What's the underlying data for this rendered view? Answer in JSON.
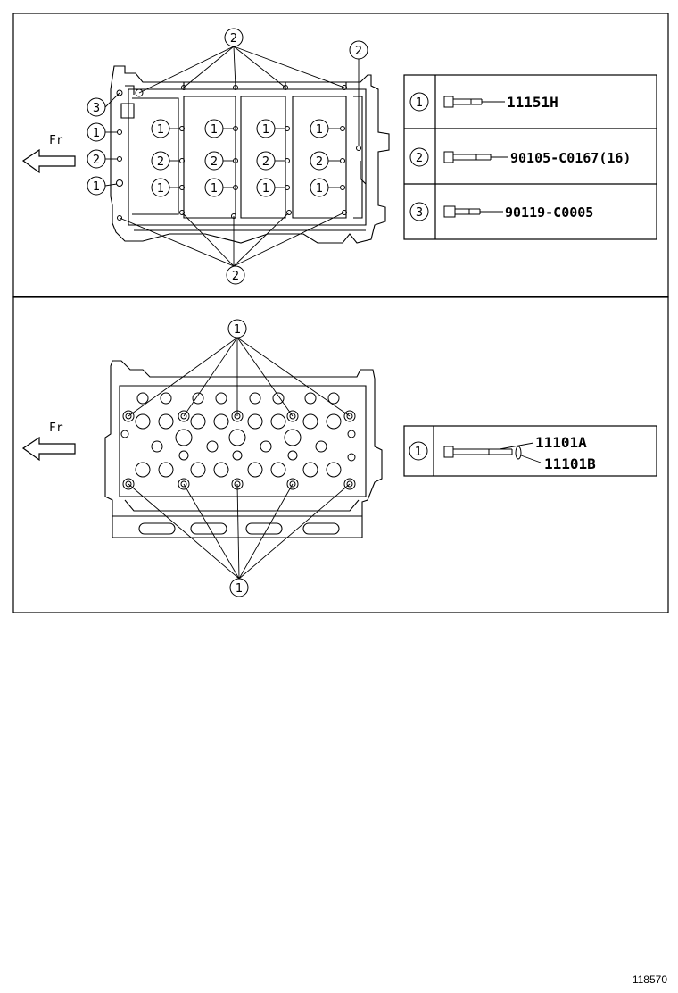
{
  "front_label": "Fr",
  "top_view": {
    "callouts": [
      "1",
      "2",
      "3"
    ],
    "legend": [
      {
        "num": "1",
        "part": "11151H"
      },
      {
        "num": "2",
        "part": "90105-C0167(16)"
      },
      {
        "num": "3",
        "part": "90119-C0005"
      }
    ]
  },
  "bottom_view": {
    "callouts": [
      "1"
    ],
    "legend": [
      {
        "num": "1",
        "parts": [
          "11101A",
          "11101B"
        ]
      }
    ]
  },
  "figure_number": "118570"
}
